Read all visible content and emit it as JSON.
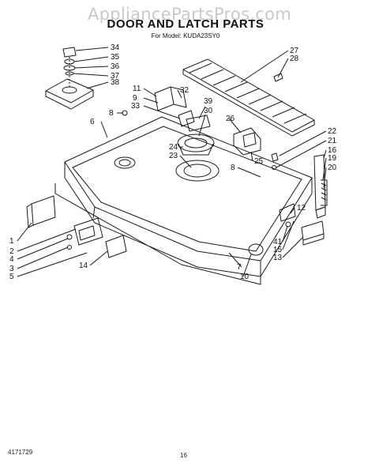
{
  "watermark": "AppliancePartsPros.com",
  "header": {
    "title": "DOOR AND LATCH PARTS",
    "model_line": "For Model: KUDA23SY0"
  },
  "footer": {
    "doc_number": "4171729",
    "page_number": "16"
  },
  "callouts": [
    "1",
    "2",
    "3",
    "4",
    "5",
    "6",
    "7",
    "8",
    "8",
    "9",
    "10",
    "11",
    "12",
    "13",
    "14",
    "15",
    "16",
    "19",
    "20",
    "21",
    "22",
    "23",
    "24",
    "25",
    "26",
    "27",
    "28",
    "30",
    "32",
    "33",
    "34",
    "35",
    "36",
    "37",
    "38",
    "39",
    "41"
  ]
}
